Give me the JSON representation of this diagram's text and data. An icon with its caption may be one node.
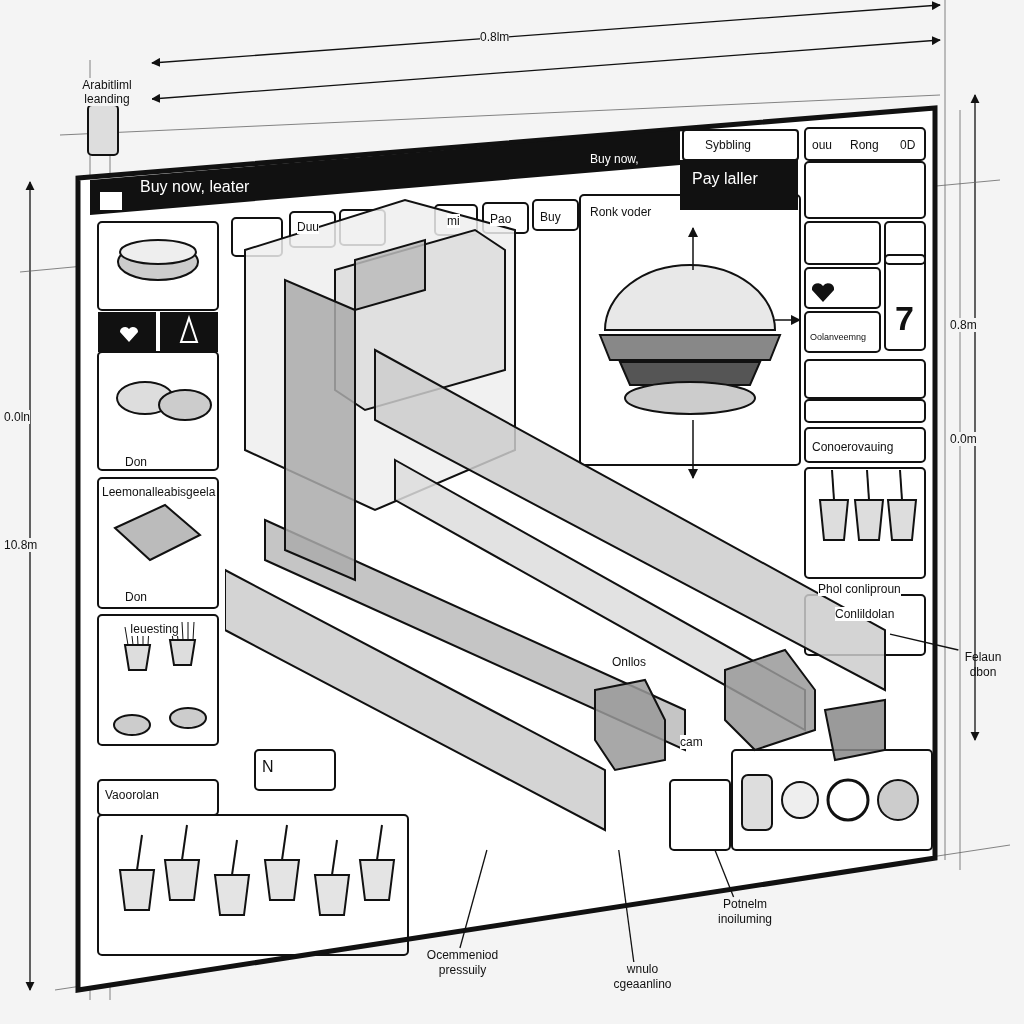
{
  "diagram": {
    "nodes": [
      {
        "text": [],
        "shape": "picture"
      },
      {
        "text": [
          "Felaun dbon"
        ]
      },
      {
        "text": [
          "Ocemmeniod pressuily"
        ]
      },
      {
        "text": [
          "wnulo cgeaanlino"
        ]
      },
      {
        "text": [
          "Potnelm inoiluming"
        ]
      }
    ],
    "edges": [
      {
        "from": 1,
        "to": 0,
        "arrow": "none"
      },
      {
        "from": 2,
        "to": 0,
        "arrow": "none"
      },
      {
        "from": 3,
        "to": 0,
        "arrow": "none"
      },
      {
        "from": 4,
        "to": 0,
        "arrow": "none"
      }
    ],
    "labels": [
      "Arabitliml leanding",
      "0.8lm",
      "Buy now,",
      "Sybbling",
      "ouu",
      "Rong",
      "0D",
      "Buy now, leater",
      "Pay laller",
      "Duu",
      "mi",
      "Pao",
      "Buy",
      "Ronk voder",
      "0.8m",
      "0.0ln",
      "Don",
      "Oolanveemng",
      "7",
      "0.0m",
      "Conoerovauing",
      "10.8m",
      "Leemonalleabisgeela",
      "Phol conliproun",
      "Don",
      "Ieuesting",
      "Conlildolan",
      "Onllos",
      "cam",
      "N",
      "Vaoorolan"
    ]
  }
}
